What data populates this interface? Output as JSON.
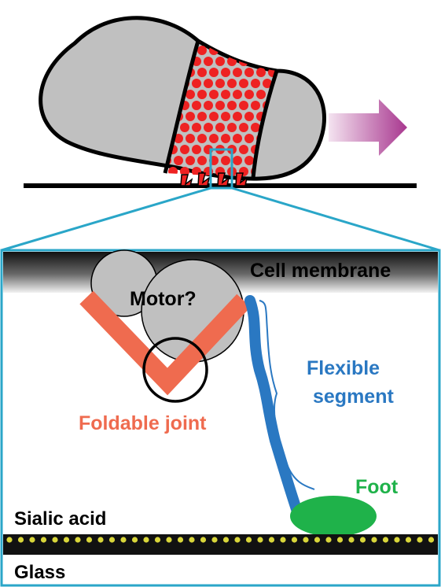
{
  "labels": {
    "cell_membrane": "Cell membrane",
    "motor": "Motor?",
    "flexible": "Flexible",
    "segment": "segment",
    "foldable_joint": "Foldable joint",
    "foot": "Foot",
    "sialic_acid": "Sialic acid",
    "glass": "Glass"
  },
  "colors": {
    "cell_body": "#c0c0c0",
    "outline": "#000000",
    "dots": "#ee2222",
    "arrow": "#b3479b",
    "frame": "#2aa6c8",
    "leg": "#ef6b4f",
    "flexible": "#2a78c2",
    "foot": "#1fb24a",
    "sialic_dots": "#d9d63a",
    "membrane_dark": "#111111"
  }
}
